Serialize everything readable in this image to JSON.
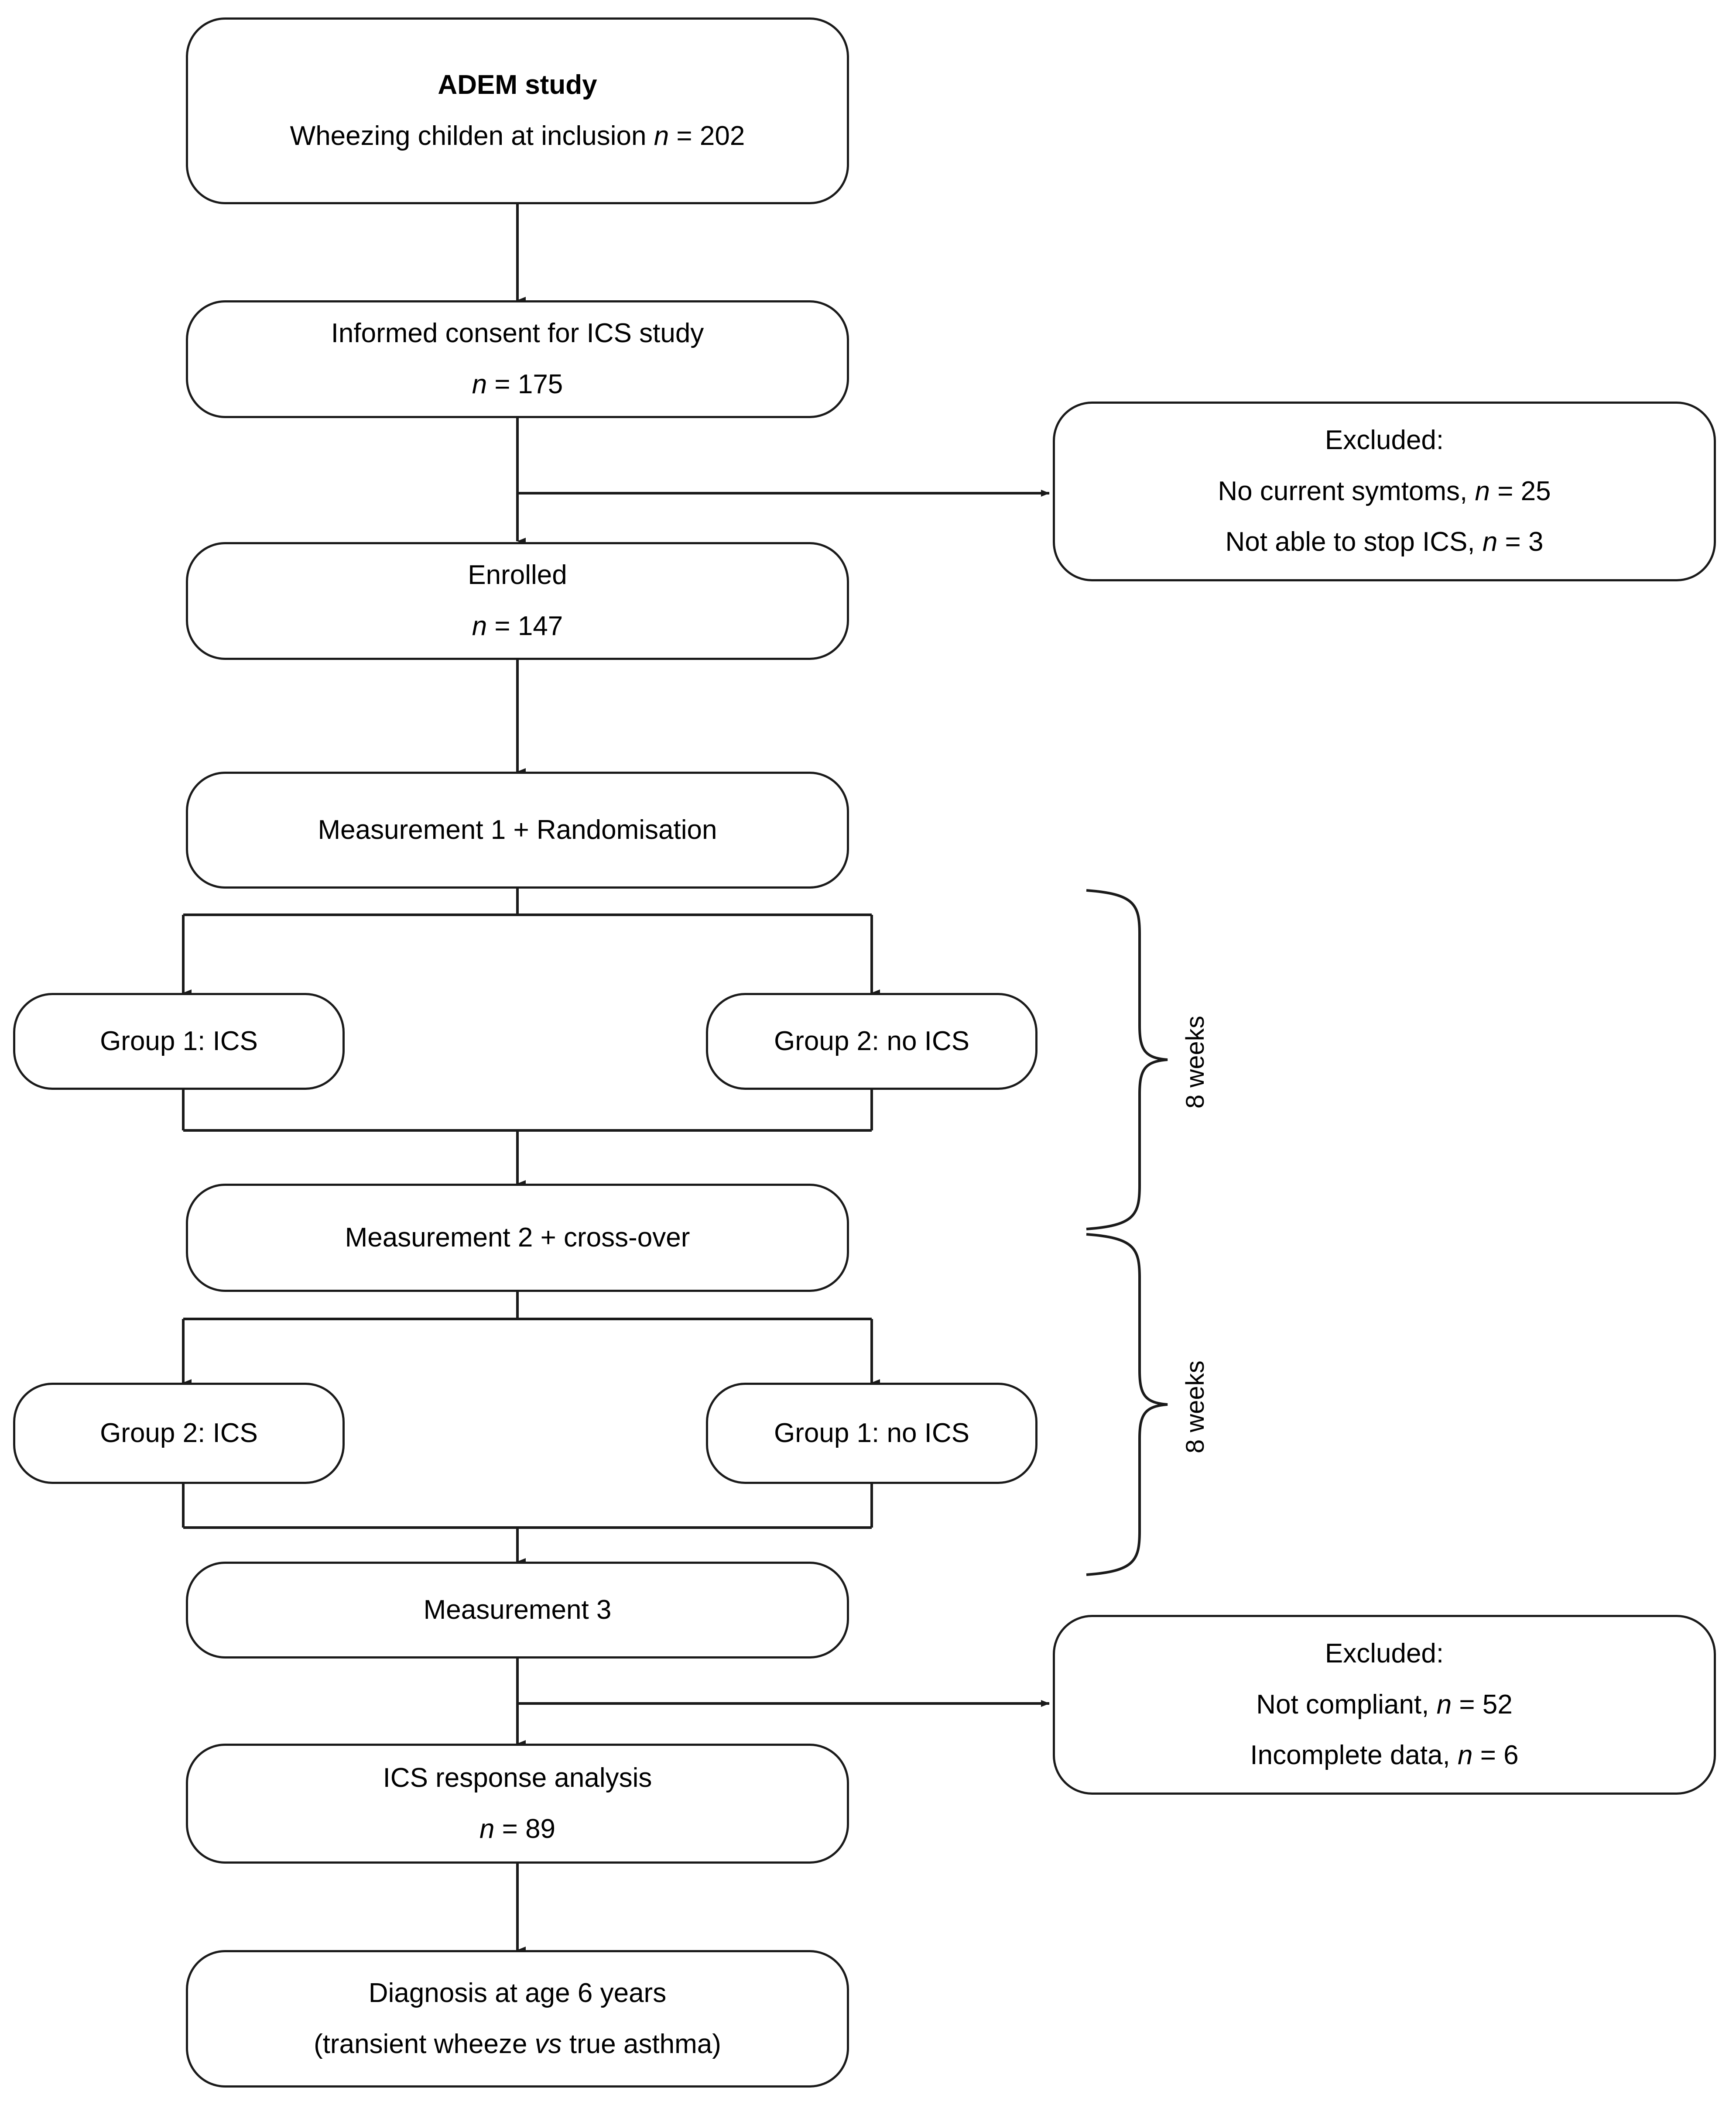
{
  "figure": {
    "type": "flowchart",
    "title": "ADEM study CONSORT-style participant flow diagram",
    "stroke_color": "#1a1a1a",
    "background_color": "#ffffff",
    "text_color": "#000000"
  },
  "nodes": {
    "adem_study": {
      "line1": "ADEM study",
      "line2_pre": "Wheezing childen at inclusion ",
      "line2_italic": "n",
      "line2_post": " = 202"
    },
    "informed_consent": {
      "line1": "Informed consent for ICS study",
      "line2_italic": "n",
      "line2_post": " = 175"
    },
    "excluded_1": {
      "line1": "Excluded:",
      "line2_pre": "No current symtoms, ",
      "line2_italic": "n",
      "line2_post": " = 25",
      "line3_pre": "Not able to stop ICS, ",
      "line3_italic": "n",
      "line3_post": " = 3"
    },
    "enrolled": {
      "line1": "Enrolled",
      "line2_italic": "n",
      "line2_post": " = 147"
    },
    "measurement_1": {
      "line1": "Measurement 1 + Randomisation"
    },
    "group_1_ics": {
      "line1": "Group 1: ICS"
    },
    "group_2_no_ics": {
      "line1": "Group 2: no ICS"
    },
    "measurement_2": {
      "line1": "Measurement 2 + cross-over"
    },
    "group_2_ics": {
      "line1": "Group 2: ICS"
    },
    "group_1_no_ics": {
      "line1": "Group 1: no ICS"
    },
    "measurement_3": {
      "line1": "Measurement 3"
    },
    "excluded_2": {
      "line1": "Excluded:",
      "line2_pre": "Not compliant, ",
      "line2_italic": "n",
      "line2_post": " = 52",
      "line3_pre": "Incomplete data, ",
      "line3_italic": "n",
      "line3_post": " = 6"
    },
    "ics_response": {
      "line1": "ICS response analysis",
      "line2_italic": "n",
      "line2_post": " = 89"
    },
    "diagnosis": {
      "line1": "Diagnosis at age 6 years",
      "line2_pre": "(transient wheeze ",
      "line2_italic": "vs",
      "line2_post": " true asthma)"
    }
  },
  "annotations": {
    "period_1_label": "8 weeks",
    "period_2_label": "8 weeks"
  }
}
